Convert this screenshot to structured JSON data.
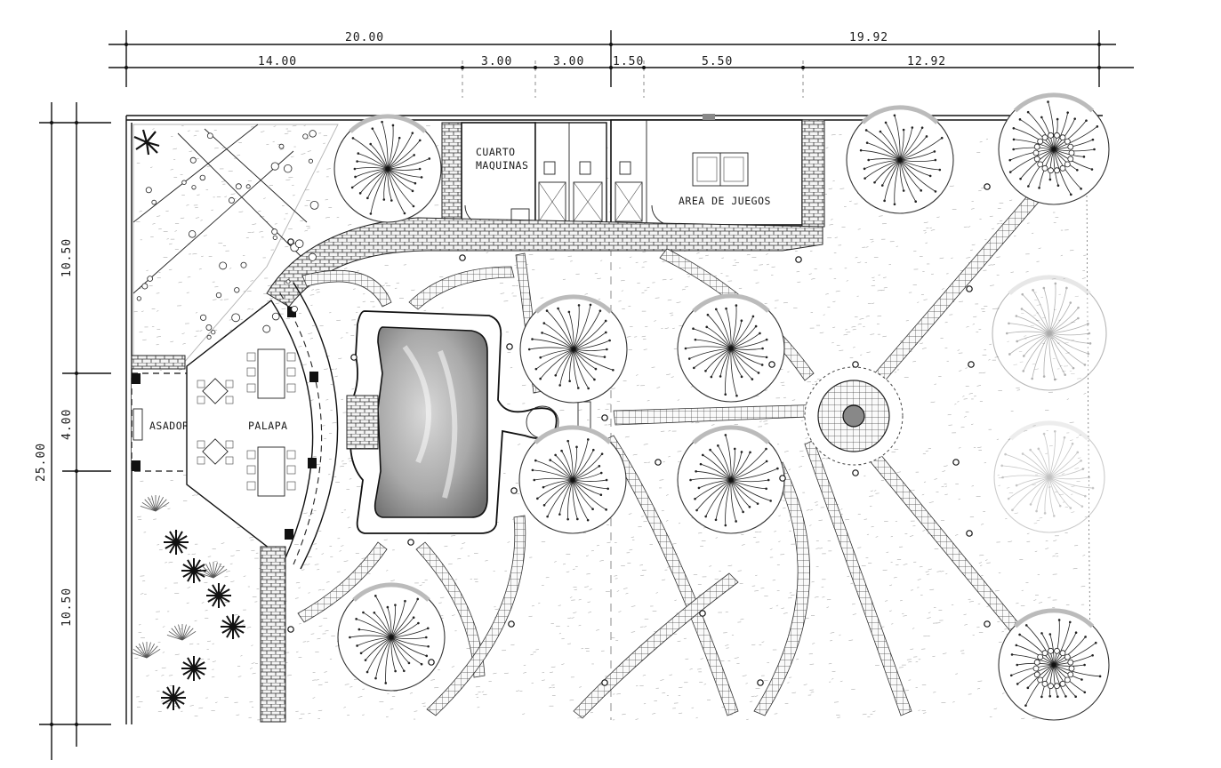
{
  "plan": {
    "dimensions": {
      "top_total": [
        "20.00",
        "19.92"
      ],
      "top_segments": [
        "14.00",
        "3.00",
        "3.00",
        "1.50",
        "5.50",
        "12.92"
      ],
      "left_total": "25.00",
      "left_segments": [
        "10.50",
        "4.00",
        "10.50"
      ]
    },
    "rooms": {
      "machine_room_line1": "CUARTO",
      "machine_room_line2": "MAQUINAS",
      "game_area": "AREA DE JUEGOS",
      "grill": "ASADOR",
      "palapa": "PALAPA"
    },
    "colors": {
      "ink": "#111111",
      "paper": "#ffffff",
      "shade": "#8a8a8a"
    }
  }
}
